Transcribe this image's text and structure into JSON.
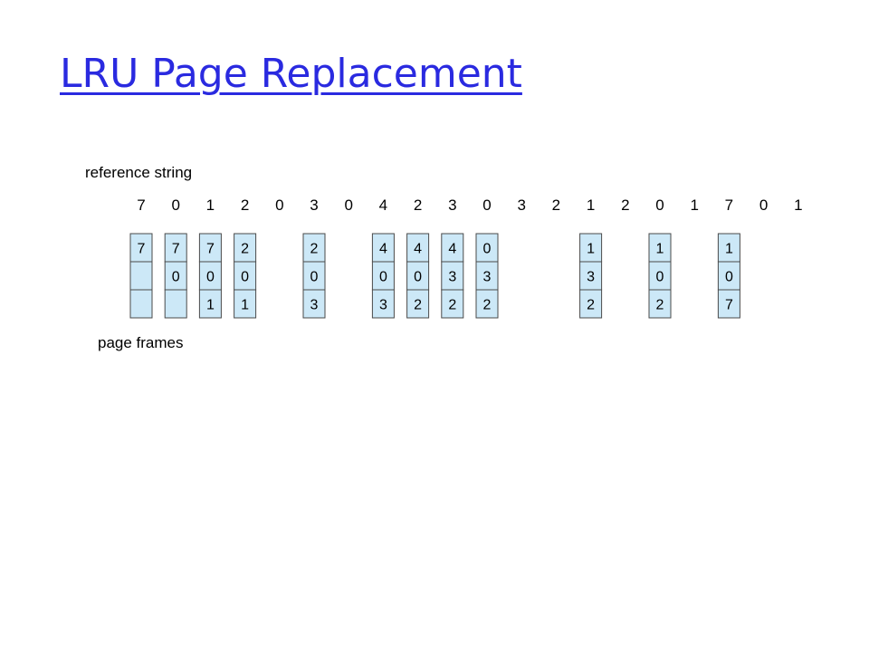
{
  "slide": {
    "title": "LRU Page Replacement"
  },
  "diagram": {
    "reference_label": "reference string",
    "frames_label": "page frames",
    "reference_string": [
      "7",
      "0",
      "1",
      "2",
      "0",
      "3",
      "0",
      "4",
      "2",
      "3",
      "0",
      "3",
      "2",
      "1",
      "2",
      "0",
      "1",
      "7",
      "0",
      "1"
    ],
    "fault_columns": [
      {
        "ref_index": 0,
        "frames": [
          "7",
          "",
          ""
        ]
      },
      {
        "ref_index": 1,
        "frames": [
          "7",
          "0",
          ""
        ]
      },
      {
        "ref_index": 2,
        "frames": [
          "7",
          "0",
          "1"
        ]
      },
      {
        "ref_index": 3,
        "frames": [
          "2",
          "0",
          "1"
        ]
      },
      {
        "ref_index": 5,
        "frames": [
          "2",
          "0",
          "3"
        ]
      },
      {
        "ref_index": 7,
        "frames": [
          "4",
          "0",
          "3"
        ]
      },
      {
        "ref_index": 8,
        "frames": [
          "4",
          "0",
          "2"
        ]
      },
      {
        "ref_index": 9,
        "frames": [
          "4",
          "3",
          "2"
        ]
      },
      {
        "ref_index": 10,
        "frames": [
          "0",
          "3",
          "2"
        ]
      },
      {
        "ref_index": 13,
        "frames": [
          "1",
          "3",
          "2"
        ]
      },
      {
        "ref_index": 15,
        "frames": [
          "1",
          "0",
          "2"
        ]
      },
      {
        "ref_index": 17,
        "frames": [
          "1",
          "0",
          "7"
        ]
      }
    ],
    "colors": {
      "frame_fill": "#cce8f7",
      "frame_stroke": "#4a4a4a",
      "title": "#2a2ae0"
    }
  }
}
